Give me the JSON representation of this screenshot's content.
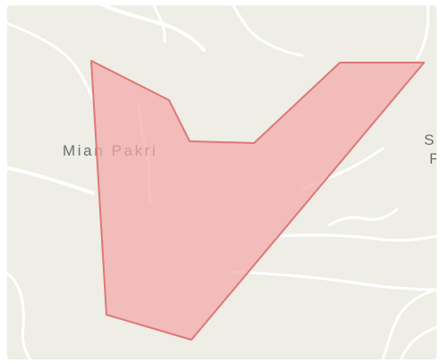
{
  "map": {
    "colors": {
      "land": "#eeede6",
      "road": "#ffffff",
      "label": "#6f6f6f",
      "polygon_fill": "#f2a9a9",
      "polygon_stroke": "#e07777"
    },
    "labels": {
      "mian_pakri": "Mian Pakri",
      "edge_label_top": "S",
      "edge_label_bottom": "F"
    }
  }
}
